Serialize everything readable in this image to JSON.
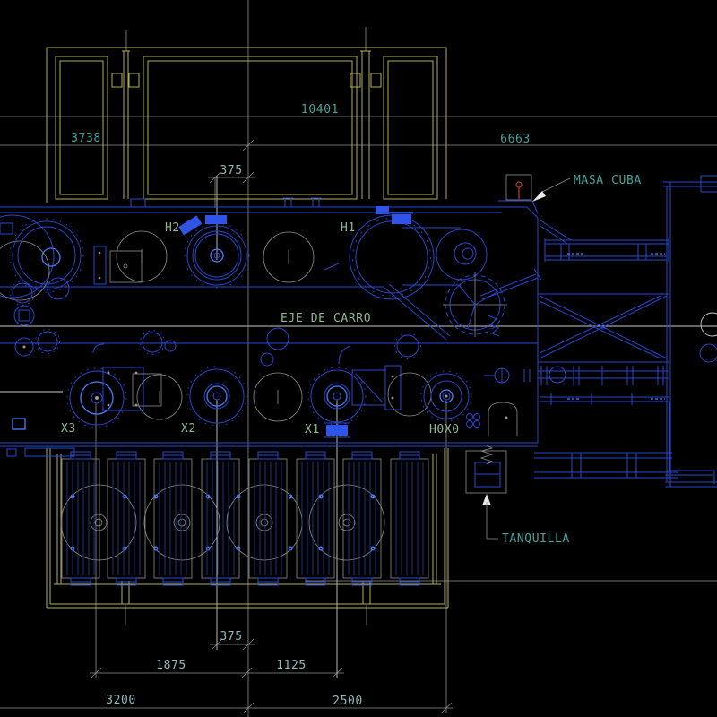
{
  "drawing": {
    "annotations": {
      "masa_cuba": "MASA CUBA",
      "tanquilla": "TANQUILLA",
      "eje_de_carro": "EJE DE CARRO"
    },
    "terminals": {
      "h2": "H2",
      "h1": "H1",
      "x3": "X3",
      "x2": "X2",
      "x1": "X1",
      "h0x0": "H0X0"
    },
    "dimensions": {
      "overall_width": "10401",
      "left_section": "3738",
      "right_section": "6663",
      "offset_top": "375",
      "offset_bottom": "375",
      "x3_to_centerline": "1875",
      "centerline_to_x1": "1125",
      "base_left": "3200",
      "base_right": "2500"
    },
    "colors": {
      "background": "#000000",
      "geometry_blue": "#2847cf",
      "geometry_blue_bright": "#4a7dff",
      "frame_yellow": "#b2ae58",
      "dimension_gray": "#8f8f8f",
      "centerline_white": "#c9cdc9",
      "text_teal": "#46a39b",
      "text_dim_light": "#93b9b9",
      "text_label_green": "#8db893",
      "ground_red": "#c23a2e"
    }
  }
}
